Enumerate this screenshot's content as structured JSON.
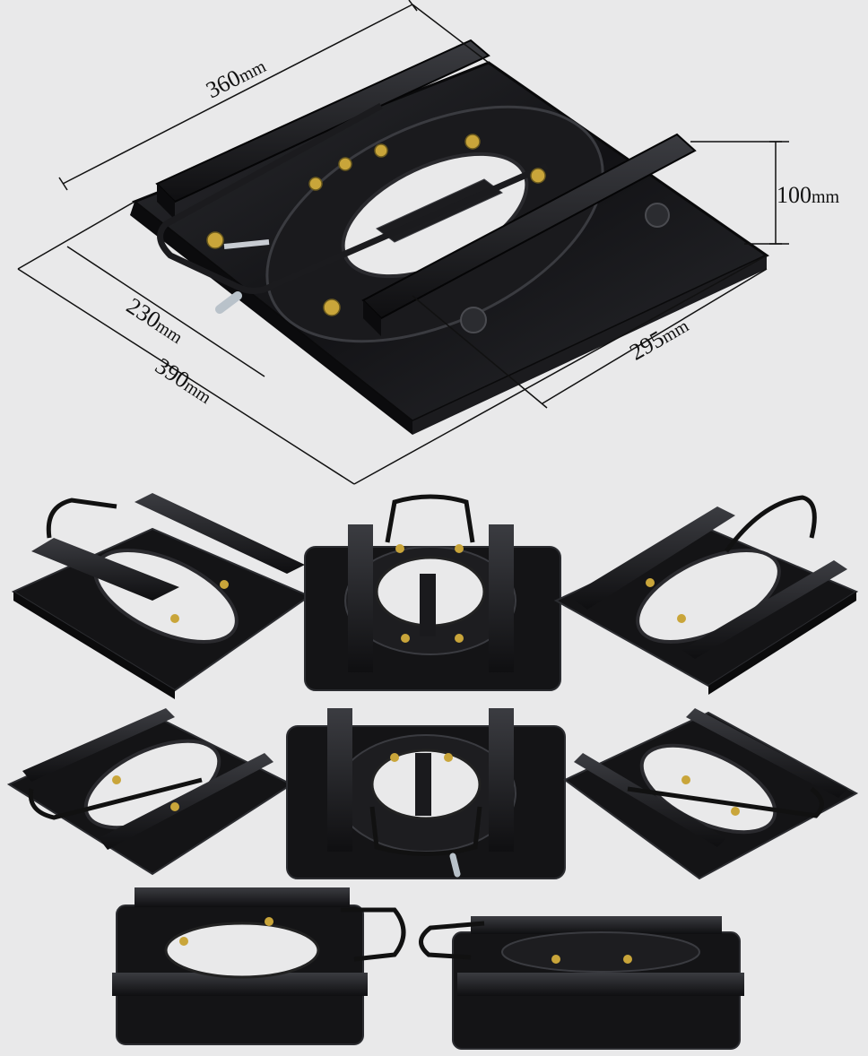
{
  "dimensions": {
    "width_top": "360",
    "height": "100",
    "rail_inner": "230",
    "base_width": "390",
    "base_depth": "295",
    "unit": "mm"
  },
  "colors": {
    "background": "#e9e9ea",
    "metal": "#141416",
    "metal_highlight": "#3a3b40",
    "bolt": "#c9a53a",
    "dimension_line": "#111111"
  },
  "views": [
    {
      "name": "main-view",
      "icon": "swivel-base-icon"
    },
    {
      "name": "view-left-angled",
      "icon": "swivel-base-icon"
    },
    {
      "name": "view-top-front",
      "icon": "swivel-base-icon"
    },
    {
      "name": "view-right-angled",
      "icon": "swivel-base-icon"
    },
    {
      "name": "view-left-back",
      "icon": "swivel-base-icon"
    },
    {
      "name": "view-top-back",
      "icon": "swivel-base-icon"
    },
    {
      "name": "view-right-back",
      "icon": "swivel-base-icon"
    },
    {
      "name": "view-side-left",
      "icon": "swivel-base-icon"
    },
    {
      "name": "view-side-right",
      "icon": "swivel-base-icon"
    }
  ]
}
